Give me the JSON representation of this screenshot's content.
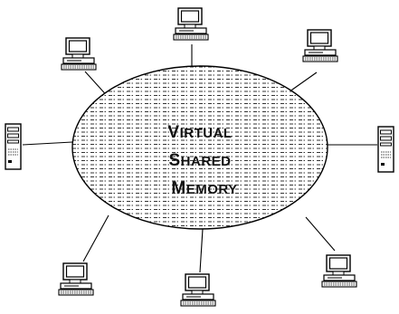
{
  "hub": {
    "lines": [
      {
        "first": "V",
        "rest": "IRTUAL"
      },
      {
        "first": "S",
        "rest": "HARED"
      },
      {
        "first": "M",
        "rest": "EMORY"
      }
    ]
  },
  "nodes": [
    {
      "id": "top-center",
      "kind": "desktop"
    },
    {
      "id": "top-left",
      "kind": "desktop"
    },
    {
      "id": "top-right",
      "kind": "desktop"
    },
    {
      "id": "left",
      "kind": "tower"
    },
    {
      "id": "right",
      "kind": "tower"
    },
    {
      "id": "bottom-left",
      "kind": "desktop"
    },
    {
      "id": "bottom-center",
      "kind": "desktop"
    },
    {
      "id": "bottom-right",
      "kind": "desktop"
    }
  ]
}
